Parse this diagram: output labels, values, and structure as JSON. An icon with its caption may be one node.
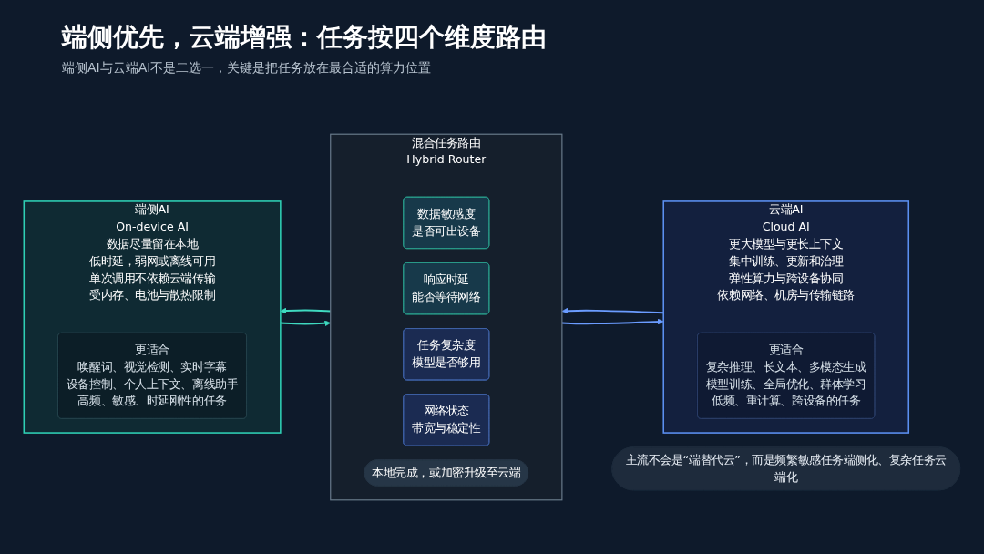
{
  "diagram": {
    "title": "端侧优先，云端增强：任务按四个维度路由",
    "nodes": [
      {
        "text": [
          "端侧AI",
          "On-device AI",
          "数据尽量留在本地",
          "低时延，弱网或离线可用",
          "单次调用不依赖云端传输",
          "受内存、电池与散热限制"
        ]
      },
      {
        "text": [
          "更适合",
          "唤醒词、视觉检测、实时字幕",
          "设备控制、个人上下文、离线助手",
          "高频、敏感、时延刚性的任务"
        ],
        "in": 0
      },
      {
        "text": [
          "混合任务路由",
          "Hybrid Router"
        ]
      },
      {
        "text": [
          "数据敏感度",
          "是否可出设备"
        ],
        "in": 2
      },
      {
        "text": [
          "响应时延",
          "能否等待网络"
        ],
        "in": 2
      },
      {
        "text": [
          "任务复杂度",
          "模型是否够用"
        ],
        "in": 2
      },
      {
        "text": [
          "网络状态",
          "带宽与稳定性"
        ],
        "in": 2
      },
      {
        "text": [
          "本地完成，或加密升级至云端"
        ],
        "in": 2
      },
      {
        "text": [
          "云端AI",
          "Cloud AI",
          "更大模型与更长上下文",
          "集中训练、更新和治理",
          "弹性算力与跨设备协同",
          "依赖网络、机房与传输链路"
        ]
      },
      {
        "text": [
          "更适合",
          "复杂推理、长文本、多模态生成",
          "模型训练、全局优化、群体学习",
          "低频、重计算、跨设备的任务"
        ],
        "in": 8
      },
      {
        "text": [
          "主流不会是“端替代云”，而是频繁敏感任务端侧化、复杂任务云端化"
        ]
      }
    ],
    "edges": [
      {
        "from": 0,
        "to": 2,
        "arrow": "to",
        "color": "#3fd9c0"
      },
      {
        "from": 2,
        "to": 0,
        "arrow": "to",
        "color": "#3fd9c0"
      },
      {
        "from": 2,
        "to": 8,
        "arrow": "to",
        "color": "#6b9cff"
      },
      {
        "from": 8,
        "to": 2,
        "arrow": "to",
        "color": "#6b9cff"
      }
    ],
    "labels": [
      "端侧AI与云端AI不是二选一，关键是把任务放在最合适的算力位置"
    ]
  }
}
